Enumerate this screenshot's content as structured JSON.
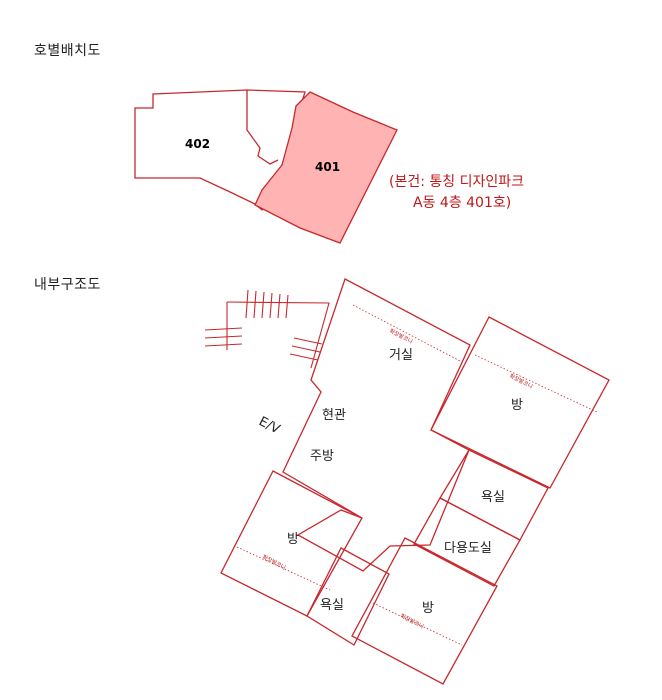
{
  "titles": {
    "unit_layout": "호별배치도",
    "internal_structure": "내부구조도"
  },
  "units": {
    "left": "402",
    "right": "401"
  },
  "note": {
    "line1": "(본건: 통칭 디자인파크",
    "line2": "A동 4층 401호)"
  },
  "rooms": {
    "living": "거실",
    "room_top_right": "방",
    "entrance": "현관",
    "kitchen": "주방",
    "elevator": "E/V",
    "bath_right": "욕실",
    "utility_bath": "다용도실",
    "room_left": "방",
    "bath_bottom": "욕실",
    "room_bottom": "방"
  },
  "small_marks": {
    "mark_1": "확장발코니",
    "mark_2": "확장발코니",
    "mark_3": "확장발코니",
    "mark_4": "확장발코니"
  },
  "colors": {
    "line": "#c8282d",
    "highlight_fill": "#ffb3b3",
    "note": "#c01818"
  }
}
